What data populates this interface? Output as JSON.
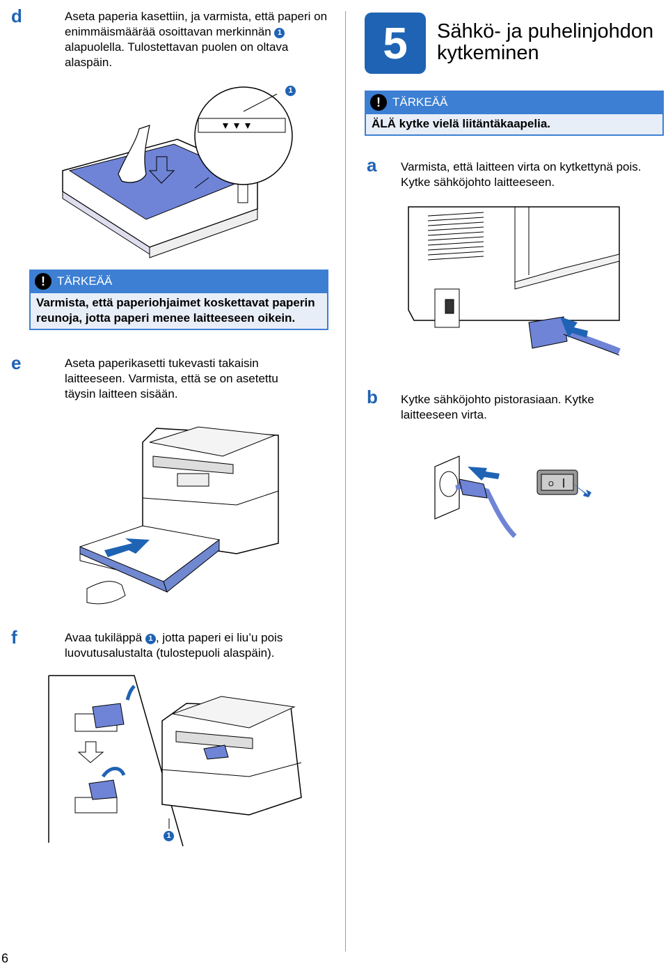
{
  "left": {
    "step_d": {
      "letter": "d",
      "text_before": "Aseta paperia kasettiin, ja varmista, että paperi on enimmäismäärää osoittavan merkinnän",
      "callout": "1",
      "text_after": "alapuolella. Tulostettavan puolen on oltava alaspäin."
    },
    "illus1_callout": "1",
    "important": {
      "label": "TÄRKEÄÄ",
      "text": "Varmista, että paperiohjaimet koskettavat paperin reunoja, jotta paperi menee laitteeseen oikein."
    },
    "step_e": {
      "letter": "e",
      "text": "Aseta paperikasetti tukevasti takaisin laitteeseen. Varmista, että se on asetettu täysin laitteen sisään."
    },
    "step_f": {
      "letter": "f",
      "text_before": "Avaa tukiläppä",
      "callout": "1",
      "text_after": ", jotta paperi ei liu’u pois luovutusalustalta (tulostepuoli alaspäin)."
    },
    "illus_f_callout": "1",
    "page_number": "6"
  },
  "right": {
    "step_number": "5",
    "title_line1": "Sähkö- ja puhelinjohdon",
    "title_line2": "kytkeminen",
    "important": {
      "label": "TÄRKEÄÄ",
      "text": "ÄLÄ kytke vielä liitäntäkaapelia."
    },
    "step_a": {
      "letter": "a",
      "text": "Varmista, että laitteen virta on kytkettynä pois. Kytke sähköjohto laitteeseen."
    },
    "step_b": {
      "letter": "b",
      "text": "Kytke sähköjohto pistorasiaan. Kytke laitteeseen virta."
    }
  },
  "colors": {
    "accent": "#1f63b4",
    "important_header": "#3c7fd3",
    "important_body": "#e8eef8"
  },
  "icons": [
    "warning-icon",
    "arrow-icon"
  ]
}
